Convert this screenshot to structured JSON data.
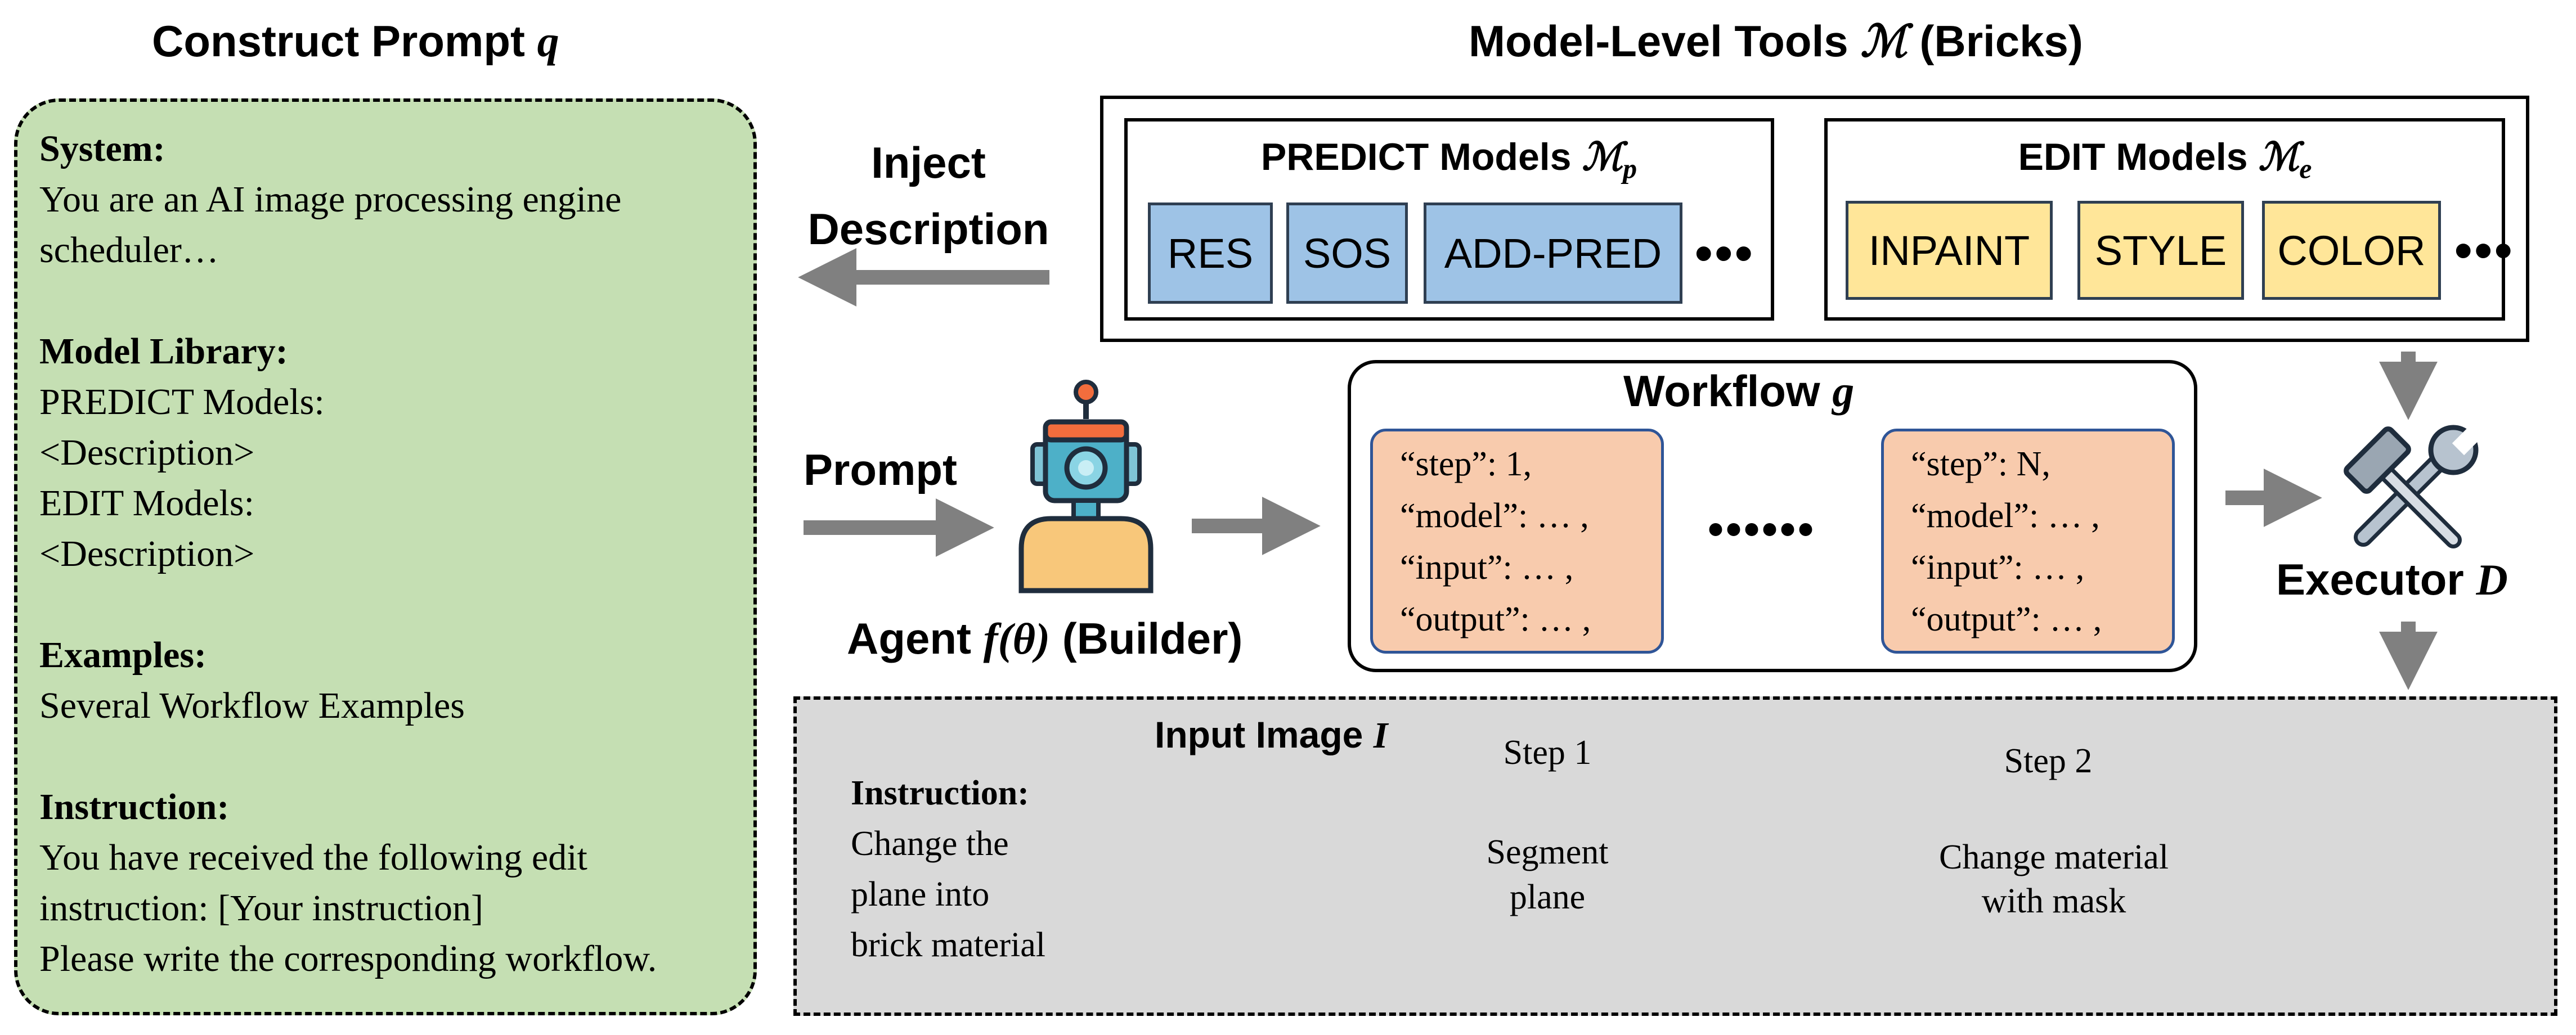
{
  "prompt_section": {
    "title": "Construct Prompt",
    "title_symbol": "q",
    "system_label": "System:",
    "system_text": [
      "You are an AI image processing engine",
      "scheduler…"
    ],
    "library_label": "Model Library:",
    "library_lines": [
      "PREDICT Models:",
      "<Description>",
      "EDIT Models:",
      "<Description>"
    ],
    "examples_label": "Examples:",
    "examples_text": "Several Workflow Examples",
    "instruction_label": "Instruction:",
    "instruction_lines": [
      "You have received the following edit",
      "instruction: [Your instruction]",
      "Please write the corresponding workflow."
    ]
  },
  "tools_section": {
    "title": "Model-Level Tools",
    "title_symbol": "ℳ",
    "title_suffix": "(Bricks)",
    "predict_title": "PREDICT Models",
    "predict_symbol": "ℳ",
    "predict_sub": "p",
    "predict_models": [
      "RES",
      "SOS",
      "ADD-PRED"
    ],
    "edit_title": "EDIT Models",
    "edit_symbol": "ℳ",
    "edit_sub": "e",
    "edit_models": [
      "INPAINT",
      "STYLE",
      "COLOR"
    ],
    "ellipsis": "•••"
  },
  "inject": {
    "line1": "Inject",
    "line2": "Description"
  },
  "prompt_arrow_label": "Prompt",
  "agent": {
    "label": "Agent",
    "func": "f(θ)",
    "suffix": "(Builder)"
  },
  "workflow": {
    "title": "Workflow",
    "title_symbol": "g",
    "middle_dots": "••••••",
    "steps": [
      {
        "lines": [
          "“step”: 1,",
          "“model”: … ,",
          "“input”: … ,",
          "“output”: … ,"
        ]
      },
      {
        "lines": [
          "“step”: N,",
          "“model”: … ,",
          "“input”: … ,",
          "“output”: … ,"
        ]
      }
    ]
  },
  "executor": {
    "label": "Executor",
    "symbol": "D"
  },
  "example": {
    "input_title": "Input Image",
    "input_symbol": "I",
    "instruction_label": "Instruction:",
    "instruction_lines": [
      "Change the",
      "plane into",
      "brick material"
    ],
    "step1_label": "Step 1",
    "step1_desc": [
      "Segment",
      "plane"
    ],
    "step2_label": "Step 2",
    "step2_desc": [
      "Change material",
      "with mask"
    ]
  },
  "colors": {
    "prompt_bg": "#c5dfb3",
    "predict_chip": "#9ec3e6",
    "edit_chip": "#ffe699",
    "step_card": "#f8cbad",
    "example_bg": "#d9d9d9",
    "arrow": "#808080"
  }
}
